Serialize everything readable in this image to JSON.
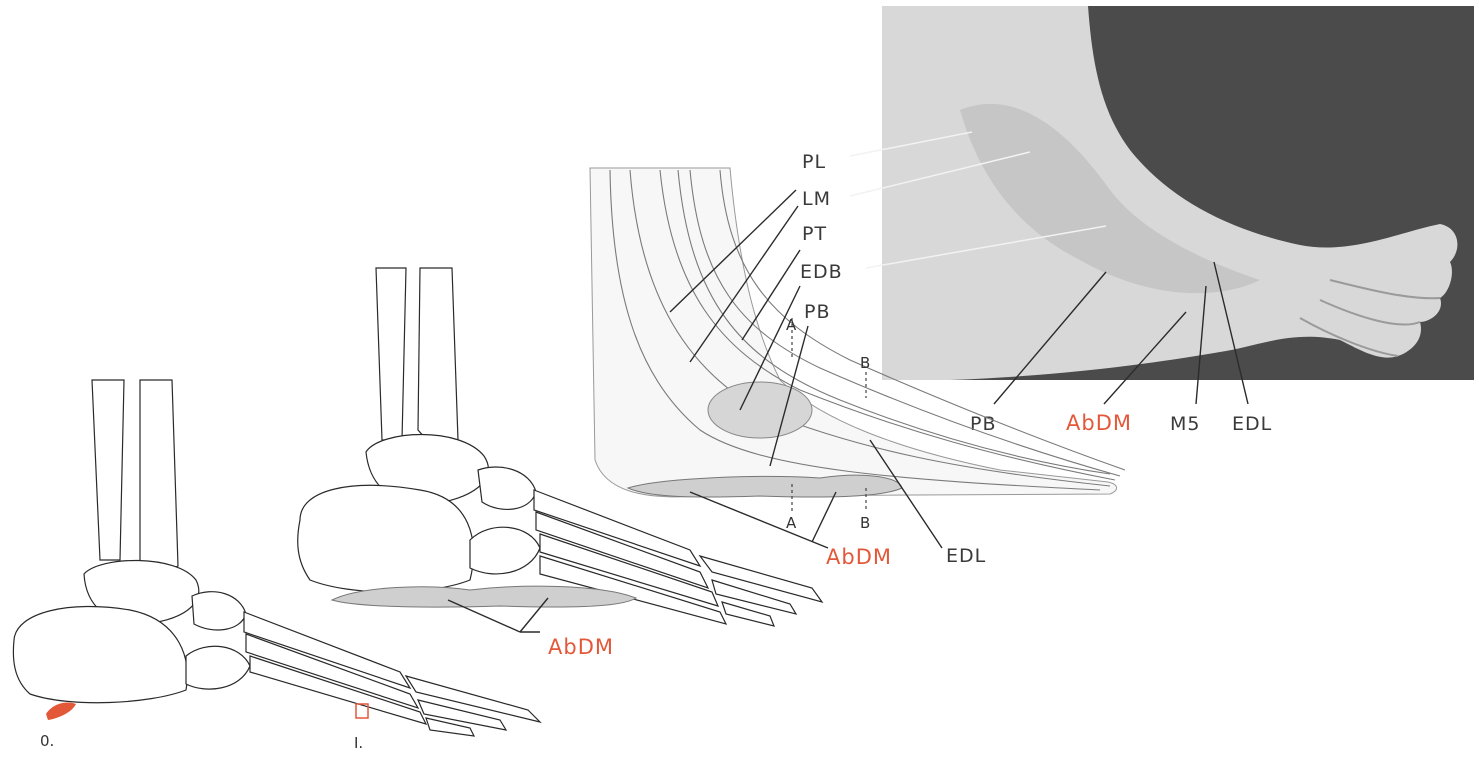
{
  "colors": {
    "accent": "#e4583a",
    "ink": "#2b2b2b",
    "photo_bg": "#4e4e4e",
    "muscle_fill": "#cfcfcf"
  },
  "stages": {
    "stage0": {
      "number": "0."
    },
    "stage1": {
      "number": "I.",
      "muscle_label": "AbDM"
    },
    "stage2": {
      "labels": [
        "PL",
        "LM",
        "PT",
        "EDB",
        "PB",
        "EDL"
      ],
      "muscle_label": "AbDM",
      "section_marks": [
        "A",
        "B",
        "A",
        "B"
      ]
    },
    "photo": {
      "labels": [
        "PB",
        "AbDM",
        "M5",
        "EDL"
      ]
    }
  }
}
